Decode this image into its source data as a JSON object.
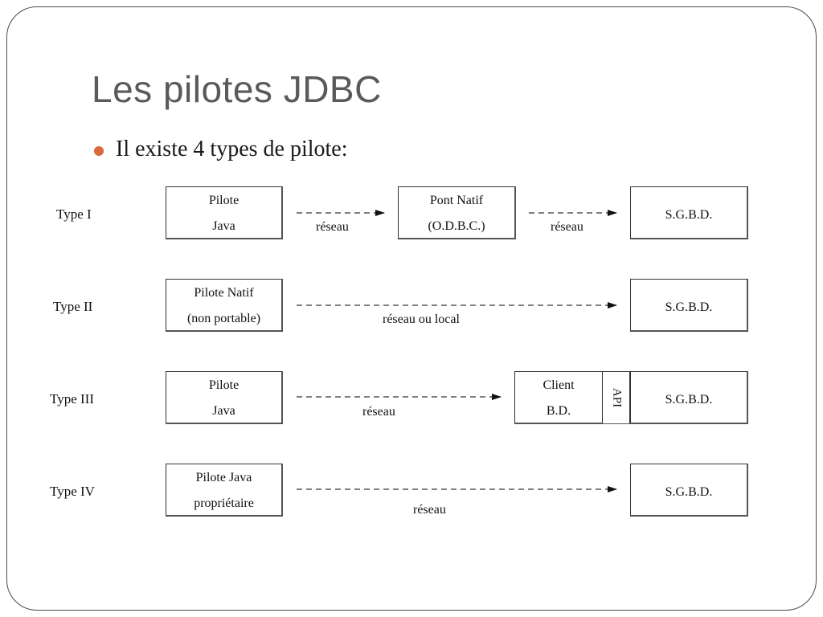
{
  "slide": {
    "title": "Les pilotes JDBC",
    "bullet": "Il existe 4 types de pilote:",
    "bullet_color": "#d9683a",
    "border_color": "#4a4a4a"
  },
  "diagram": {
    "rows": [
      {
        "type_label": "Type I",
        "driver": [
          "Pilote",
          "Java"
        ],
        "connection1": "réseau",
        "middle": [
          "Pont Natif",
          "(O.D.B.C.)"
        ],
        "connection2": "réseau",
        "target": "S.G.B.D."
      },
      {
        "type_label": "Type II",
        "driver": [
          "Pilote Natif",
          "(non portable)"
        ],
        "connection": "réseau ou local",
        "target": "S.G.B.D."
      },
      {
        "type_label": "Type III",
        "driver": [
          "Pilote",
          "Java"
        ],
        "connection": "réseau",
        "client": [
          "Client",
          "B.D."
        ],
        "api": "API",
        "target": "S.G.B.D."
      },
      {
        "type_label": "Type IV",
        "driver": [
          "Pilote Java",
          "propriétaire"
        ],
        "connection": "réseau",
        "target": "S.G.B.D."
      }
    ]
  }
}
